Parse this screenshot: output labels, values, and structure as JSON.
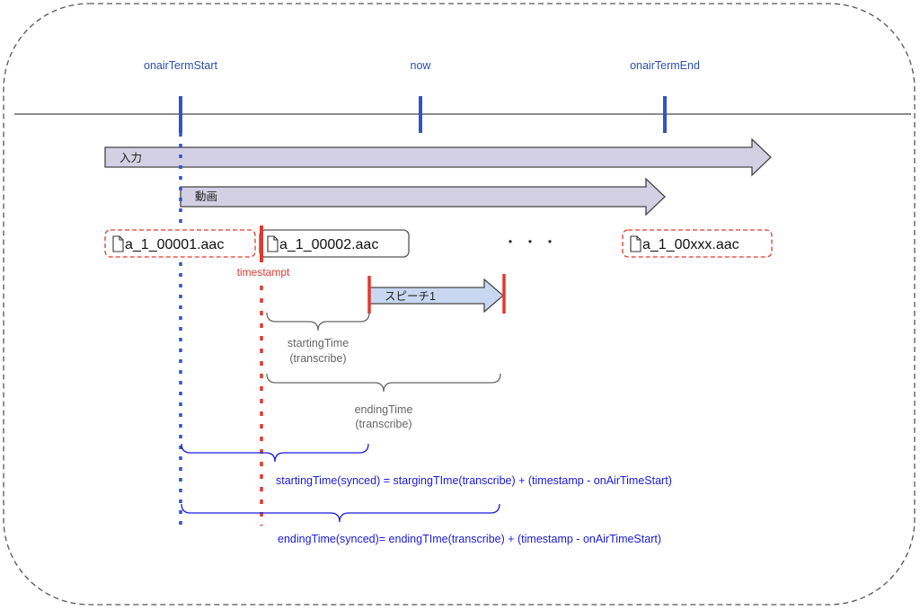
{
  "timeline": {
    "markers": [
      {
        "label": "onairTermStart"
      },
      {
        "label": "now"
      },
      {
        "label": "onairTermEnd"
      }
    ]
  },
  "arrows": {
    "input_label": "入力",
    "video_label": "動画",
    "speech_label": "スピーチ1"
  },
  "files": {
    "file1": "a_1_00001.aac",
    "file2": "a_1_00002.aac",
    "ellipsis": "・・・",
    "file3": "a_1_00xxx.aac"
  },
  "timestamp_label": "timestampt",
  "braces": {
    "starting_transcribe": [
      "startingTime",
      "(transcribe)"
    ],
    "ending_transcribe": [
      "endingTime",
      "(transcribe)"
    ]
  },
  "formulas": {
    "starting_synced": "startingTime(synced) = stargingTIme(transcribe) + (timestamp - onAirTimeStart)",
    "ending_synced": "endingTime(synced)= endingTIme(transcribe) + (timestamp - onAirTimeStart)"
  },
  "colors": {
    "blue_marker": "#2f55c6",
    "red_marker": "#e03a2f",
    "arrow_fill": "#d4d0e4",
    "speech_fill": "#c9d8f1",
    "formula_text": "#1a1adc"
  }
}
